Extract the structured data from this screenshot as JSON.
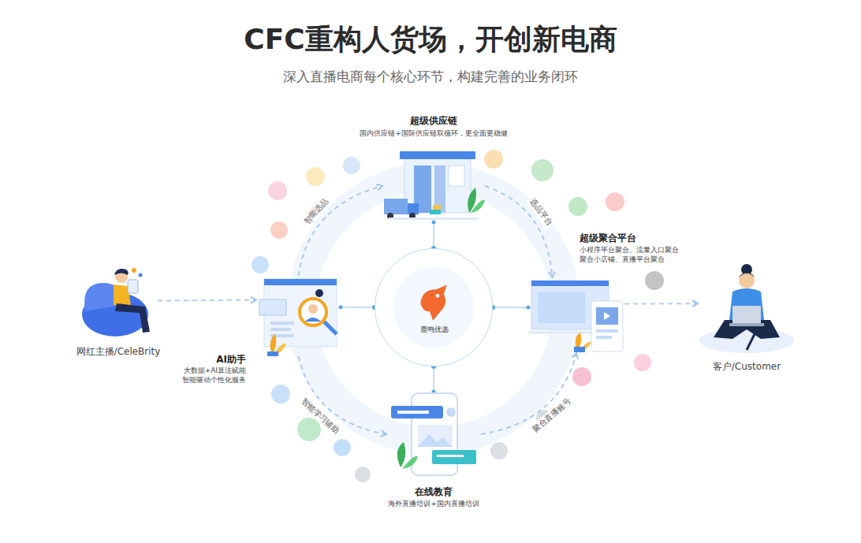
{
  "diagram": {
    "title": "CFC重构人货场，开创新电商",
    "nodes": [
      {
        "text": [
          "超级供应链",
          "国内供应链+国际供应链双循环，更全面更稳健"
        ]
      },
      {
        "text": [
          "网红主播/CeleBrity"
        ]
      },
      {
        "text": [
          "AI助手",
          "大数据+AI算法赋能 智能驱动个性化服务"
        ]
      },
      {
        "text": [
          "鹿鸣优选"
        ]
      },
      {
        "text": [
          "超级聚合平台",
          "小程序平台聚合、流量入口聚合 聚合小店铺、直播平台聚合"
        ]
      },
      {
        "text": [
          "客户/Customer"
        ]
      },
      {
        "text": [
          "在线教育",
          "海外直播培训+国内直播培训"
        ]
      }
    ],
    "edges": [
      {
        "from": 2,
        "to": 0,
        "arrow": "to",
        "label": "智能选品"
      },
      {
        "from": 0,
        "to": 4,
        "arrow": "to",
        "label": "选品平台"
      },
      {
        "from": 2,
        "to": 6,
        "arrow": "to",
        "label": "智能学习辅助"
      },
      {
        "from": 6,
        "to": 4,
        "arrow": "to",
        "label": "聚合直播账号"
      },
      {
        "from": 1,
        "to": 2,
        "arrow": "to"
      },
      {
        "from": 4,
        "to": 5,
        "arrow": "to"
      },
      {
        "from": 3,
        "to": 0,
        "arrow": "none"
      },
      {
        "from": 3,
        "to": 2,
        "arrow": "none"
      },
      {
        "from": 3,
        "to": 4,
        "arrow": "none"
      },
      {
        "from": 3,
        "to": 6,
        "arrow": "none"
      }
    ],
    "labels": [
      "深入直播电商每个核心环节，构建完善的业务闭环"
    ]
  }
}
